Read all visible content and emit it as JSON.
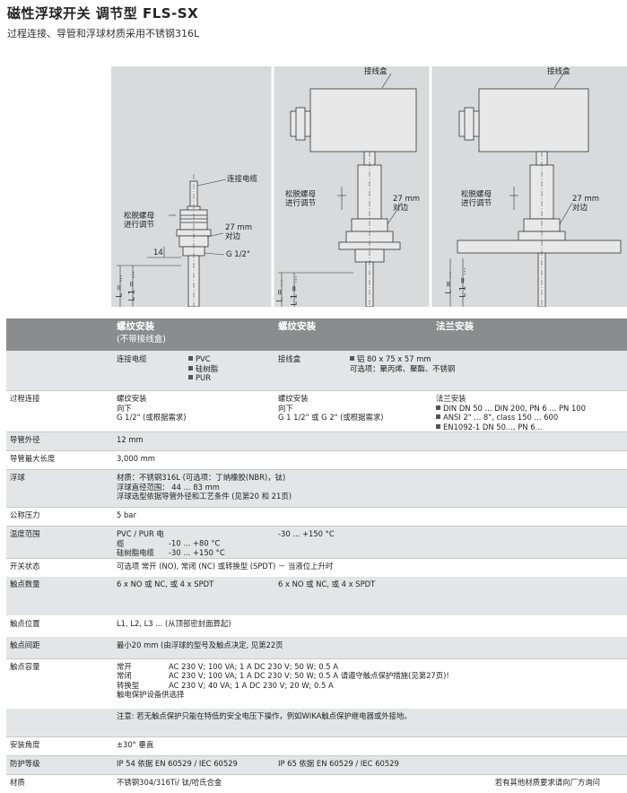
{
  "header": {
    "title": "磁性浮球开关 调节型 FLS-SX",
    "subtitle": "过程连接、导管和浮球材质采用不锈钢316L"
  },
  "figures": {
    "panel1": {
      "cable": "连接电缆",
      "loosen_1": "松脱螺母",
      "loosen_2": "进行调节",
      "flat_1": "27 mm",
      "flat_2": "对边",
      "thread": "G 1/2\"",
      "dim_14": "14",
      "dim_l": "L = ...",
      "dim_l1": "L 1 = ..."
    },
    "panel2": {
      "box": "接线盒",
      "loosen_1": "松脱螺母",
      "loosen_2": "进行调节",
      "flat_1": "27 mm",
      "flat_2": "对边",
      "dim_l": "L = ...",
      "dim_l1": "L 1 = ..."
    },
    "panel3": {
      "box": "接线盒",
      "loosen_1": "松脱螺母",
      "loosen_2": "进行调节",
      "flat_1": "27 mm",
      "flat_2": "对边",
      "dim_l": "L = ...",
      "dim_l1": "L 1 = ..."
    }
  },
  "table": {
    "head": {
      "col1": "螺纹安装",
      "col1_sub": "(不带接线盒)",
      "col2": "螺纹安装",
      "col3": "法兰安装"
    },
    "cable_row": {
      "label": "连接电缆",
      "options": [
        "PVC",
        "硅树脂",
        "PUR"
      ],
      "box_label": "接线盒",
      "box_value": "铝 80 x 75 x 57 mm",
      "box_options": "可选项：聚丙烯、聚酯、不锈钢"
    },
    "process": {
      "label": "过程连接",
      "c1": [
        "螺纹安装",
        "向下",
        "G 1/2\" (或根据需求)"
      ],
      "c2": [
        "螺纹安装",
        "向下",
        "G 1 1/2\" 或 G 2\" (或根据需求)"
      ],
      "c3_label": "法兰安装",
      "c3": [
        "DIN DN 50 ... DIN 200, PN 6 ... PN 100",
        "ANSI 2\" ... 8\", class 150 ... 600",
        "EN1092-1 DN 50..., PN 6..."
      ]
    },
    "tube_dia": {
      "label": "导管外径",
      "value": "12 mm"
    },
    "tube_len": {
      "label": "导管最大长度",
      "value": "3,000 mm"
    },
    "float": {
      "label": "浮球",
      "lines": [
        "材质：不锈钢316L (可选项：丁纳橡胶(NBR)，钛)",
        "浮球直径范围： 44 ... 83 mm",
        "浮球选型依据导管外径和工艺条件 (见第20 和 21页)"
      ]
    },
    "pressure": {
      "label": "公称压力",
      "value": "5 bar"
    },
    "temp": {
      "label": "温度范围",
      "r1a": "PVC / PUR 电缆",
      "r1b": "-10 ... +80 °C",
      "r2a": "硅树脂电缆",
      "r2b": "-30 ... +150 °C",
      "c2": "-30 ... +150 °C"
    },
    "switch": {
      "label": "开关状态",
      "value": "可选项 常开 (NO), 常闭 (NC) 或转换型 (SPDT) － 当液位上升时"
    },
    "contacts": {
      "label": "触点数量",
      "c1": "6 x NO 或 NC, 或 4 x SPDT",
      "c2": "6 x NO 或 NC, 或 4 x SPDT"
    },
    "position": {
      "label": "触点位置",
      "value": "L1, L2, L3 ... (从顶部密封面算起)"
    },
    "distance": {
      "label": "触点间距",
      "value": "最小20 mm (由浮球的型号及触点决定, 见第22页"
    },
    "capacity": {
      "label": "触点容量",
      "rows": [
        {
          "k": "常开",
          "v": "AC 230 V; 100 VA; 1 A  DC 230 V; 50 W; 0.5 A",
          "note": ""
        },
        {
          "k": "常闭",
          "v": "AC 230 V; 100 VA; 1 A  DC 230 V; 50 W; 0.5 A",
          "note": "请遵守触点保护措施(见第27页)!"
        },
        {
          "k": "转换型",
          "v": "AC 230 V; 40 VA; 1 A  DC 230 V; 20 W; 0.5 A",
          "note": ""
        }
      ],
      "protect": "触电保护设备供选择",
      "warning": "注意: 若无触点保护只能在特低的安全电压下操作，例如WIKA触点保护继电器或外接地。"
    },
    "angle": {
      "label": "安装角度",
      "value": "±30° 垂直"
    },
    "ip": {
      "label": "防护等级",
      "c1": "IP 54 依据 EN 60529 / IEC 60529",
      "c2": "IP 65 依据 EN 60529 / IEC 60529"
    },
    "material": {
      "label": "材质",
      "c1": "不锈钢304/316Ti/ 钛/哈氏合金",
      "c3": "若有其他材质要求请向厂方询问"
    }
  }
}
